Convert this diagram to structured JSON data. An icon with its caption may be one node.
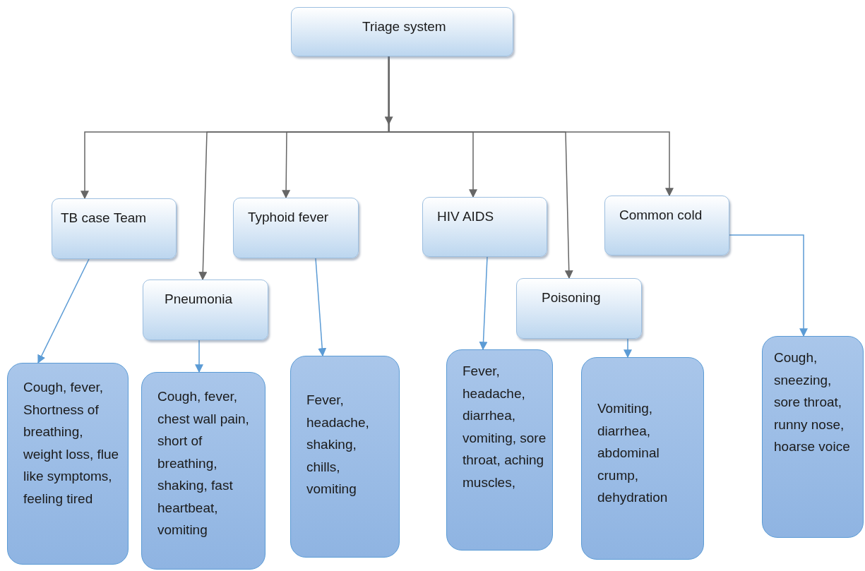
{
  "diagram": {
    "nodes": [
      {
        "text": [
          "Triage system"
        ]
      },
      {
        "text": [
          "TB case Team"
        ]
      },
      {
        "text": [
          "Pneumonia"
        ]
      },
      {
        "text": [
          "Typhoid fever"
        ]
      },
      {
        "text": [
          "HIV AIDS"
        ]
      },
      {
        "text": [
          "Poisoning"
        ]
      },
      {
        "text": [
          "Common cold"
        ]
      },
      {
        "text": [
          "Cough, fever, Shortness of breathing, weight loss, flue like symptoms, feeling tired"
        ]
      },
      {
        "text": [
          "Cough, fever, chest wall pain, short of breathing, shaking, fast heartbeat, vomiting"
        ]
      },
      {
        "text": [
          "Fever, headache, shaking, chills, vomiting"
        ]
      },
      {
        "text": [
          "Fever, headache, diarrhea, vomiting, sore throat, aching muscles,"
        ]
      },
      {
        "text": [
          "Vomiting, diarrhea, abdominal crump, dehydration"
        ]
      },
      {
        "text": [
          "Cough, sneezing, sore throat, runny nose, hoarse voice"
        ]
      }
    ],
    "edges": [
      {
        "from": 0,
        "to": 1,
        "arrow": "to"
      },
      {
        "from": 0,
        "to": 2,
        "arrow": "to"
      },
      {
        "from": 0,
        "to": 3,
        "arrow": "to"
      },
      {
        "from": 0,
        "to": 4,
        "arrow": "to"
      },
      {
        "from": 0,
        "to": 5,
        "arrow": "to"
      },
      {
        "from": 0,
        "to": 6,
        "arrow": "to"
      },
      {
        "from": 1,
        "to": 7,
        "arrow": "to",
        "color": "#5b9bd5"
      },
      {
        "from": 2,
        "to": 8,
        "arrow": "to",
        "color": "#5b9bd5"
      },
      {
        "from": 3,
        "to": 9,
        "arrow": "to",
        "color": "#5b9bd5"
      },
      {
        "from": 4,
        "to": 10,
        "arrow": "to",
        "color": "#5b9bd5"
      },
      {
        "from": 5,
        "to": 11,
        "arrow": "to",
        "color": "#5b9bd5"
      },
      {
        "from": 6,
        "to": 12,
        "arrow": "to",
        "color": "#5b9bd5"
      }
    ]
  }
}
